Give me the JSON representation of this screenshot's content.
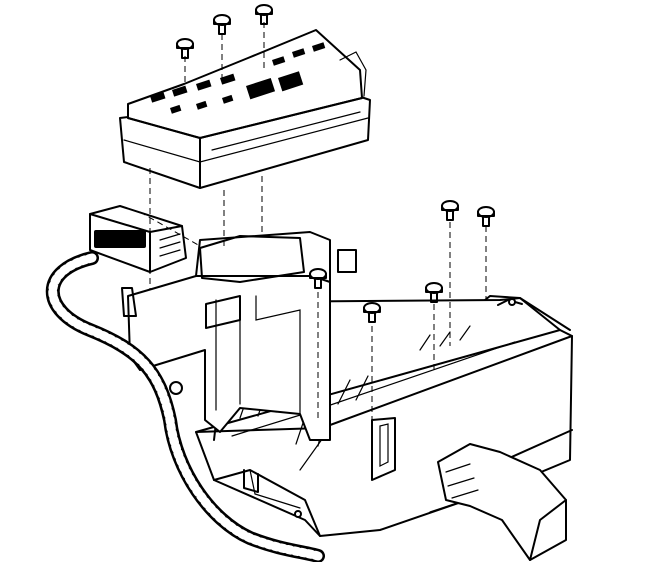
{
  "figure": {
    "kind": "exploded-assembly-illustration",
    "palette": {
      "ink": "#000000",
      "paper": "#ffffff"
    },
    "parts": [
      "fuse-relay-block",
      "wiring-connector",
      "wiring-harness",
      "mounting-tray",
      "mounting-screws"
    ],
    "screw_count": 8,
    "labels": []
  }
}
